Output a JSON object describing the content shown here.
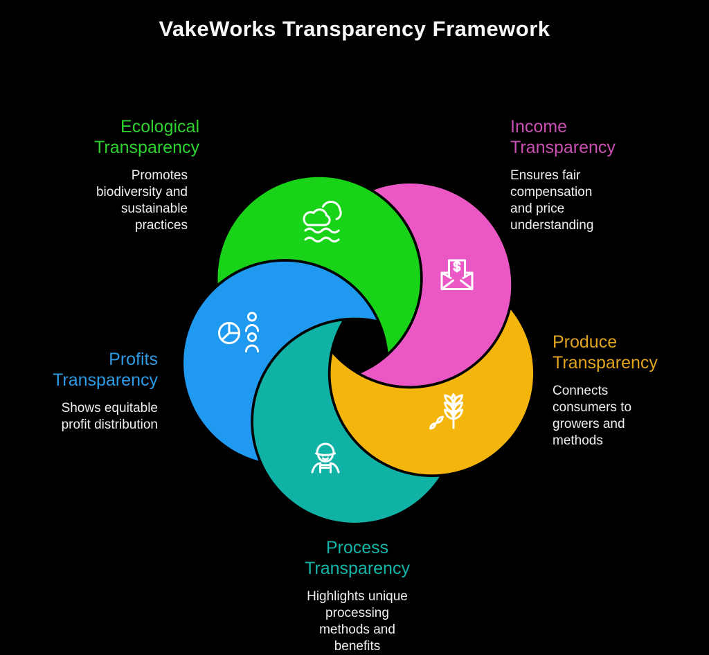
{
  "title": "VakeWorks Transparency Framework",
  "background_color": "#000000",
  "icon_color": "#FFFFFF",
  "petals": [
    {
      "name": "Ecological Transparency",
      "label_line1": "Ecological",
      "label_line2": "Transparency",
      "description": "Promotes\nbiodiversity and\nsustainable\npractices",
      "color": "#18D318",
      "heading_color": "#2FD32F",
      "icon": "cloud-waves-icon"
    },
    {
      "name": "Income Transparency",
      "label_line1": "Income",
      "label_line2": "Transparency",
      "description": "Ensures fair\ncompensation\nand price\nunderstanding",
      "color": "#EB58C5",
      "heading_color": "#C94FB2",
      "icon": "dollar-envelope-icon"
    },
    {
      "name": "Produce Transparency",
      "label_line1": "Produce",
      "label_line2": "Transparency",
      "description": "Connects\nconsumers to\ngrowers and\nmethods",
      "color": "#F4B60D",
      "heading_color": "#E0A41F",
      "icon": "wheat-icon"
    },
    {
      "name": "Process Transparency",
      "label_line1": "Process",
      "label_line2": "Transparency",
      "description": "Highlights unique\nprocessing\nmethods and\nbenefits",
      "color": "#10B2A6",
      "heading_color": "#13B5A9",
      "icon": "farmer-icon"
    },
    {
      "name": "Profits Transparency",
      "label_line1": "Profits",
      "label_line2": "Transparency",
      "description": "Shows equitable\nprofit distribution",
      "color": "#1F9AF0",
      "heading_color": "#2C9BE5",
      "icon": "pie-people-icon"
    }
  ]
}
